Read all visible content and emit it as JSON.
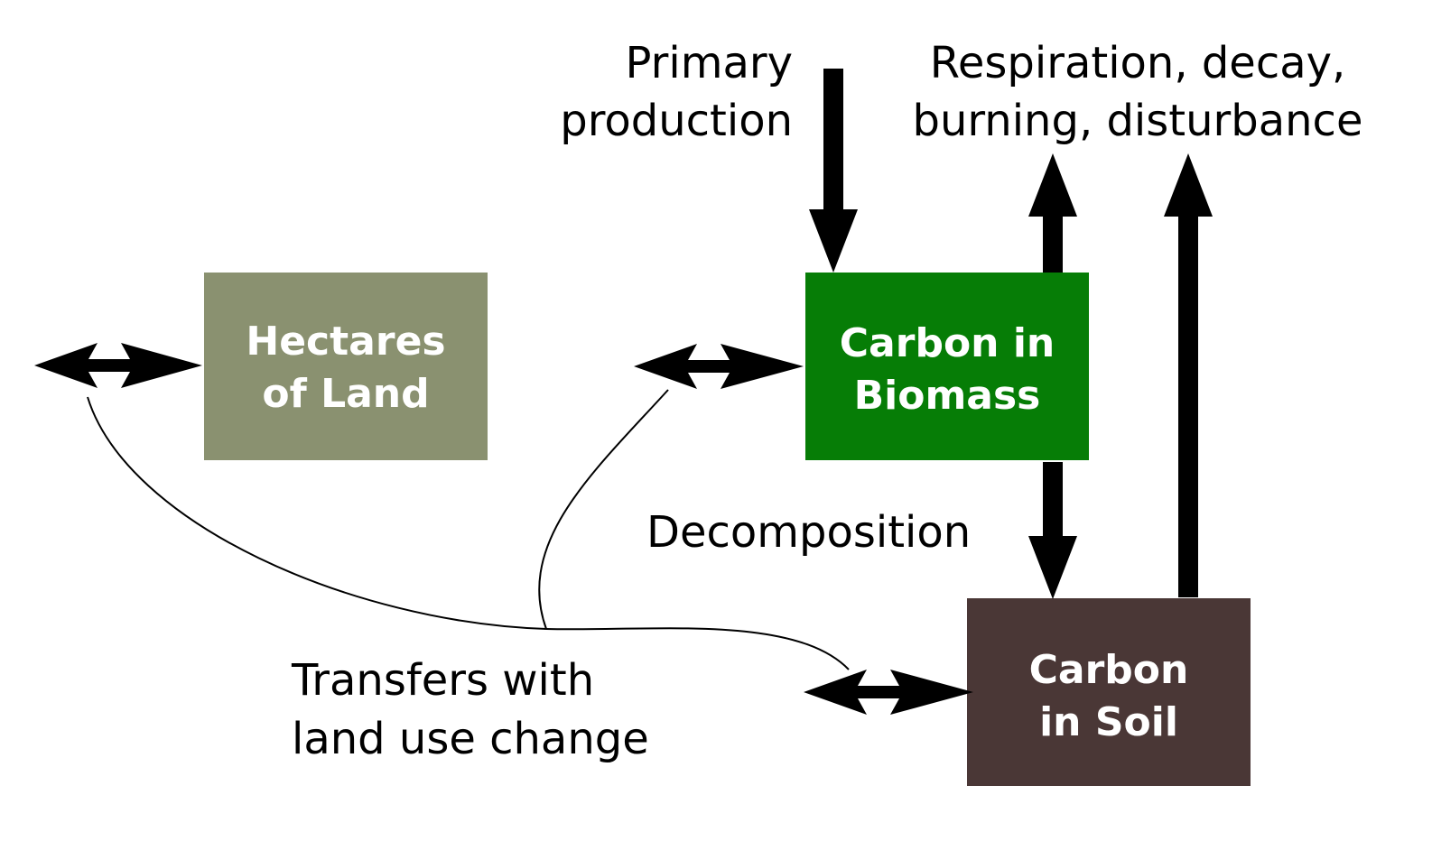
{
  "colors": {
    "background": "#ffffff",
    "hectares_box": "#8a9170",
    "biomass_box": "#067d06",
    "soil_box": "#4a3736",
    "box_text": "#ffffff",
    "arrow": "#000000",
    "label_text": "#000000"
  },
  "boxes": {
    "hectares": {
      "line1": "Hectares",
      "line2": "of Land"
    },
    "biomass": {
      "line1": "Carbon in",
      "line2": "Biomass"
    },
    "soil": {
      "line1": "Carbon",
      "line2": "in Soil"
    }
  },
  "labels": {
    "primary_production": {
      "line1": "Primary",
      "line2": "production"
    },
    "respiration": {
      "line1": "Respiration, decay,",
      "line2": "burning, disturbance"
    },
    "decomposition": "Decomposition",
    "transfers": {
      "line1": "Transfers with",
      "line2": "land use change"
    }
  }
}
